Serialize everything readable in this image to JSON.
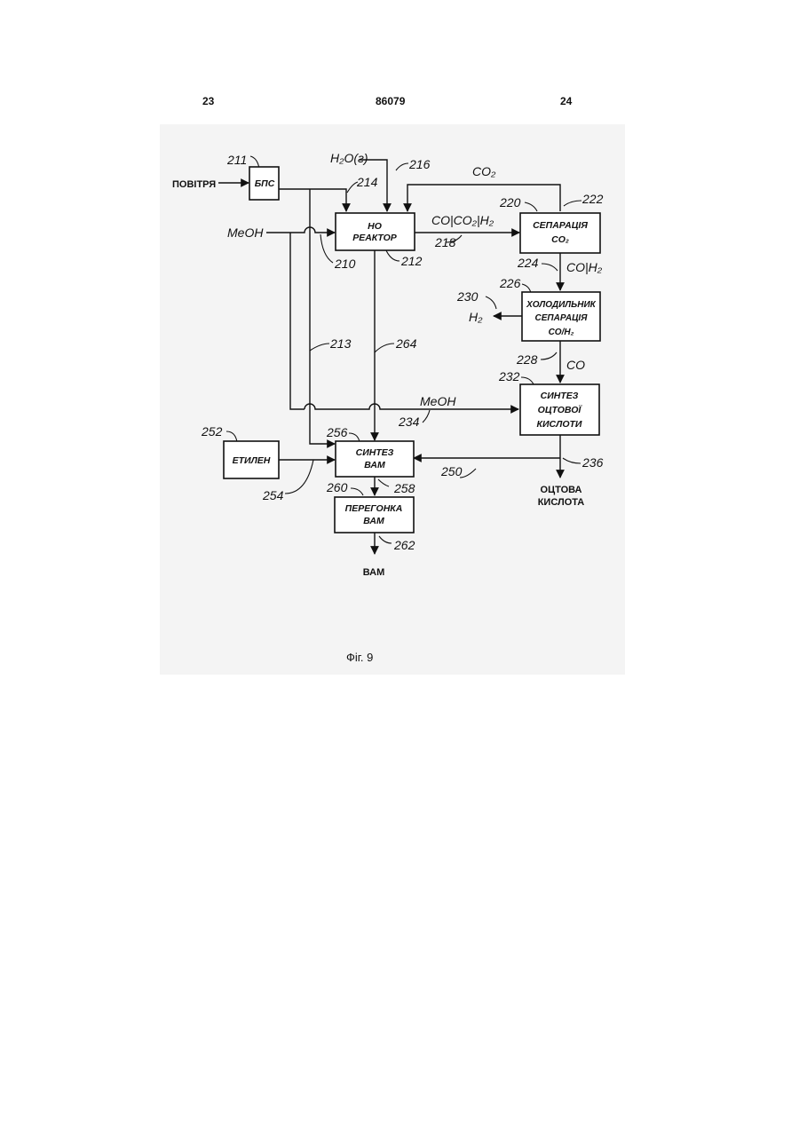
{
  "header": {
    "left_page": "23",
    "doc_number": "86079",
    "right_page": "24"
  },
  "caption": "Фіг. 9",
  "boxes": {
    "bps": [
      "БПС"
    ],
    "ho_reactor": [
      "НО",
      "РЕАКТОР"
    ],
    "separation": [
      "СЕПАРАЦІЯ",
      "CO₂"
    ],
    "cooler": [
      "ХОЛОДИЛЬНИК",
      "СЕПАРАЦІЯ",
      "CO/H₂"
    ],
    "acetic_synth": [
      "СИНТЕЗ",
      "ОЦТОВОЇ",
      "КИСЛОТИ"
    ],
    "ethylene": [
      "ЕТИЛЕН"
    ],
    "vam_synth": [
      "СИНТЕЗ",
      "ВАМ"
    ],
    "distill": [
      "ПЕРЕГОНКА",
      "ВАМ"
    ]
  },
  "streams": {
    "air": "ПОВІТРЯ",
    "water": "H₂O(г)",
    "co2": "CO₂",
    "meoh_in": "MeOH",
    "syngas": "CO|CO₂|H₂",
    "co_h2": "CO|H₂",
    "h2": "H₂",
    "co": "CO",
    "meoh_mid": "MeOH",
    "acetic_out": [
      "ОЦТОВА",
      "КИСЛОТА"
    ],
    "vam_out": "ВАМ"
  },
  "refs": [
    "211",
    "214",
    "216",
    "220",
    "222",
    "218",
    "210",
    "212",
    "224",
    "226",
    "230",
    "213",
    "264",
    "228",
    "232",
    "234",
    "252",
    "256",
    "250",
    "236",
    "254",
    "260",
    "258",
    "262"
  ]
}
